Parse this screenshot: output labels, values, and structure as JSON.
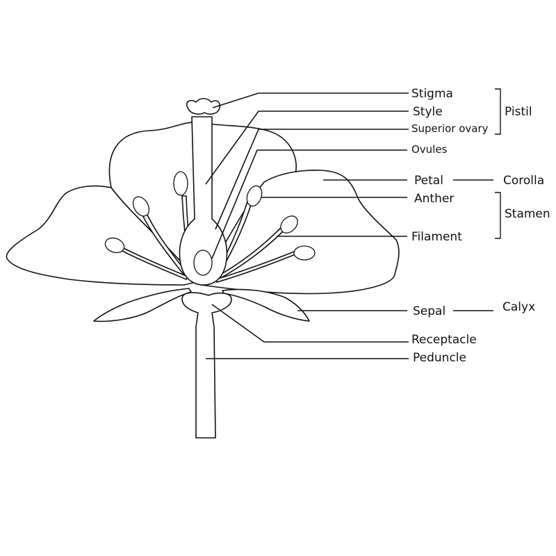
{
  "labels": {
    "stigma": "Stigma",
    "style": "Style",
    "superior_ovary": "Superior ovary",
    "ovules": "Ovules",
    "petal": "Petal",
    "anther": "Anther",
    "filament": "Filament",
    "sepal": "Sepal",
    "receptacle": "Receptacle",
    "peduncle": "Peduncle"
  },
  "groups": {
    "pistil": "Pistil",
    "corolla": "Corolla",
    "stamen": "Stamen",
    "calyx": "Calyx"
  },
  "colors": {
    "line": "#111111",
    "background": "#ffffff"
  }
}
